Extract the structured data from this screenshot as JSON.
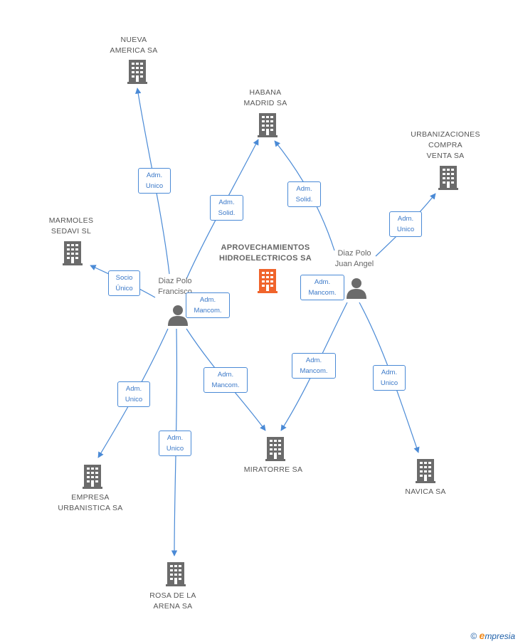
{
  "companies": {
    "focus": {
      "label": "APROVECHAMIENTOS\nHIDROELECTRICOS SA",
      "color": "#f0642c"
    },
    "nueva_america": {
      "label": "NUEVA\nAMERICA SA"
    },
    "habana_madrid": {
      "label": "HABANA\nMADRID SA"
    },
    "urbanizaciones": {
      "label": "URBANIZACIONES\nCOMPRA\nVENTA SA"
    },
    "marmoles": {
      "label": "MARMOLES\nSEDAVI  SL"
    },
    "miratorre": {
      "label": "MIRATORRE SA"
    },
    "navica": {
      "label": "NAVICA SA"
    },
    "empresa_urbanistica": {
      "label": "EMPRESA\nURBANISTICA SA"
    },
    "rosa_arena": {
      "label": "ROSA DE LA\nARENA SA"
    }
  },
  "people": {
    "francisco": {
      "label": "Diaz Polo\nFrancisco"
    },
    "juan_angel": {
      "label": "Diaz Polo\nJuan Angel"
    }
  },
  "roles": {
    "f_nueva": "Adm.\nUnico",
    "f_habana": "Adm.\nSolid.",
    "f_marmoles": "Socio\nÚnico",
    "f_focus": "Adm.\nMancom.",
    "f_miratorre": "Adm.\nMancom.",
    "f_empresa": "Adm.\nUnico",
    "f_rosa": "Adm.\nUnico",
    "j_habana": "Adm.\nSolid.",
    "j_urban": "Adm.\nUnico",
    "j_focus": "Adm.\nMancom.",
    "j_miratorre": "Adm.\nMancom.",
    "j_navica": "Adm.\nUnico"
  },
  "colors": {
    "company_icon": "#6b6b6b",
    "person_icon": "#6b6b6b",
    "edge": "#4a8ad6"
  },
  "footer": {
    "copyright": "©",
    "brand_initial": "e",
    "brand_rest": "mpresia"
  }
}
